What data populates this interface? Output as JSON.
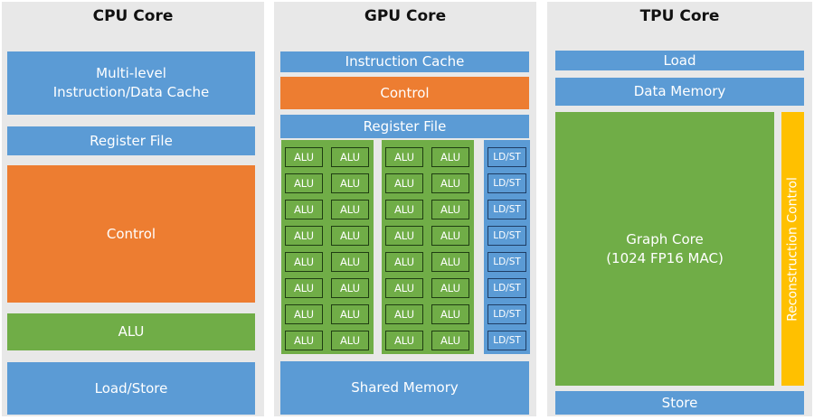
{
  "colors": {
    "panel": "#e8e8e8",
    "blue": "#5b9bd5",
    "orange": "#ed7d31",
    "green": "#70ad47",
    "yellow": "#ffc000"
  },
  "cpu": {
    "title": "CPU Core",
    "cache_line1": "Multi-level",
    "cache_line2": "Instruction/Data Cache",
    "register_file": "Register File",
    "control": "Control",
    "alu": "ALU",
    "load_store": "Load/Store"
  },
  "gpu": {
    "title": "GPU Core",
    "instruction_cache": "Instruction Cache",
    "control": "Control",
    "register_file": "Register File",
    "alu_label": "ALU",
    "ldst_label": "LD/ST",
    "shared_memory": "Shared Memory"
  },
  "tpu": {
    "title": "TPU Core",
    "load": "Load",
    "data_memory": "Data Memory",
    "graph_core_line1": "Graph Core",
    "graph_core_line2": "(1024 FP16 MAC)",
    "reconstruction_control": "Reconstruction Control",
    "store": "Store"
  }
}
